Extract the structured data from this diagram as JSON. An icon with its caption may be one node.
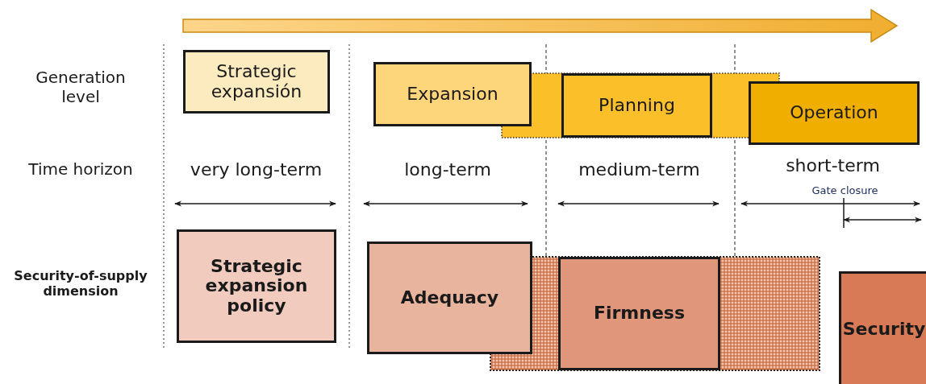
{
  "diagram": {
    "nodes": [
      {
        "text": [
          "Strategic expansión"
        ]
      },
      {
        "text": [
          "Expansion"
        ]
      },
      {
        "text": [
          "Planning"
        ]
      },
      {
        "text": [
          "Operation"
        ]
      },
      {
        "text": [
          "Strategic expansion policy"
        ]
      },
      {
        "text": [
          "Adequacy"
        ]
      },
      {
        "text": [
          "Firmness"
        ]
      },
      {
        "text": [
          "Security"
        ]
      }
    ],
    "labels": [
      "Generation level",
      "Time horizon",
      "Security-of-supply dimension",
      "very long-term",
      "long-term",
      "medium-term",
      "short-term",
      "Gate closure"
    ]
  }
}
